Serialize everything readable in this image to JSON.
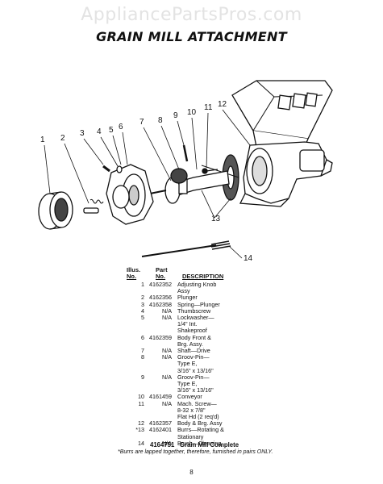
{
  "watermark": "AppliancePartsPros.com",
  "title": "GRAIN MILL ATTACHMENT",
  "callouts": [
    "1",
    "2",
    "3",
    "4",
    "5",
    "6",
    "7",
    "8",
    "9",
    "10",
    "11",
    "12",
    "13",
    "14"
  ],
  "table": {
    "col_illus": "Illus.",
    "col_no": "No.",
    "col_part": "Part",
    "col_partno": "No.",
    "col_desc": "DESCRIPTION",
    "rows": [
      {
        "no": "1",
        "part": "4162352",
        "desc": "Adjusting Knob\nAssy"
      },
      {
        "no": "2",
        "part": "4162356",
        "desc": "Plunger"
      },
      {
        "no": "3",
        "part": "4162358",
        "desc": "Spring—Plunger"
      },
      {
        "no": "4",
        "part": "N/A",
        "desc": "Thumbscrew"
      },
      {
        "no": "5",
        "part": "N/A",
        "desc": "Lockwasher—\n1/4\" Int.\nShakeproof"
      },
      {
        "no": "6",
        "part": "4162359",
        "desc": "Body Front &\nBrg. Assy."
      },
      {
        "no": "7",
        "part": "N/A",
        "desc": "Shaft—Drive"
      },
      {
        "no": "8",
        "part": "N/A",
        "desc": "Groov-Pin—\nType E,\n3/16\" x 13/16\""
      },
      {
        "no": "9",
        "part": "N/A",
        "desc": "Groov-Pin—\nType E,\n3/16\" x 13/16\""
      },
      {
        "no": "10",
        "part": "4161459",
        "desc": "Conveyor"
      },
      {
        "no": "11",
        "part": "N/A",
        "desc": "Mach. Screw—\n8-32 x 7/8\"\nFlat Hd (2 req'd)"
      },
      {
        "no": "12",
        "part": "4162357",
        "desc": "Body & Brg. Assy"
      },
      {
        "no": "*13",
        "part": "4162401",
        "desc": "Burrs—Rotating &\nStationary"
      },
      {
        "no": "14",
        "part": "N/A",
        "desc": "Brush—Cleaning"
      }
    ],
    "complete_no": "4164751",
    "complete_desc": "Grain Mill Complete"
  },
  "footnote": "*Burrs are lapped together, therefore, furnished in pairs ONLY.",
  "page_number": "8"
}
